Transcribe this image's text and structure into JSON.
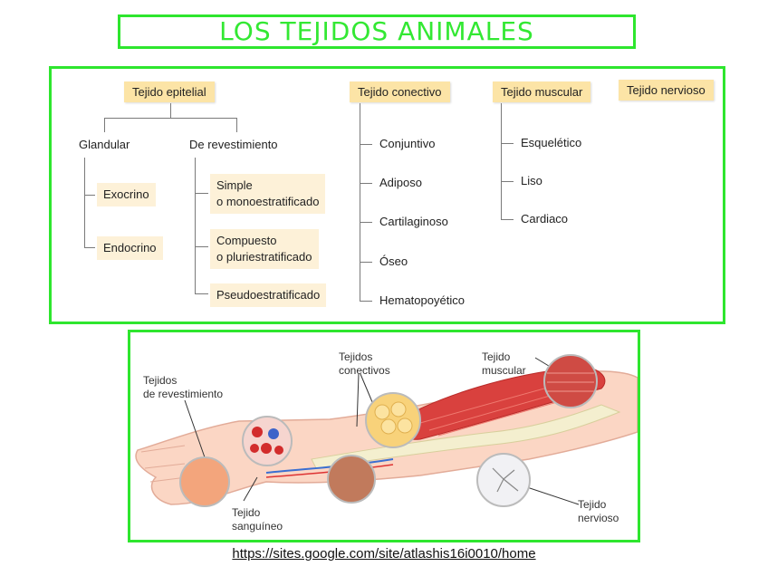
{
  "title": "LOS TEJIDOS ANIMALES",
  "tree": {
    "epitelial": {
      "label": "Tejido epitelial",
      "glandular": {
        "label": "Glandular",
        "items": [
          "Exocrino",
          "Endocrino"
        ]
      },
      "revestimiento": {
        "label": "De revestimiento",
        "items": [
          "Simple\no monoestratificado",
          "Compuesto\no pluriestratificado",
          "Pseudoestratificado"
        ]
      }
    },
    "conectivo": {
      "label": "Tejido conectivo",
      "items": [
        "Conjuntivo",
        "Adiposo",
        "Cartilaginoso",
        "Óseo",
        "Hematopoyético"
      ]
    },
    "muscular": {
      "label": "Tejido muscular",
      "items": [
        "Esquelético",
        "Liso",
        "Cardiaco"
      ]
    },
    "nervioso": {
      "label": "Tejido nervioso"
    }
  },
  "illustration": {
    "labels": {
      "revestimiento": "Tejidos\nde revestimiento",
      "conectivos": "Tejidos\nconectivos",
      "muscular": "Tejido\nmuscular",
      "sanguineo": "Tejido\nsanguíneo",
      "nervioso": "Tejido\nnervioso"
    }
  },
  "source_url": "https://sites.google.com/site/atlashis16i0010/home"
}
